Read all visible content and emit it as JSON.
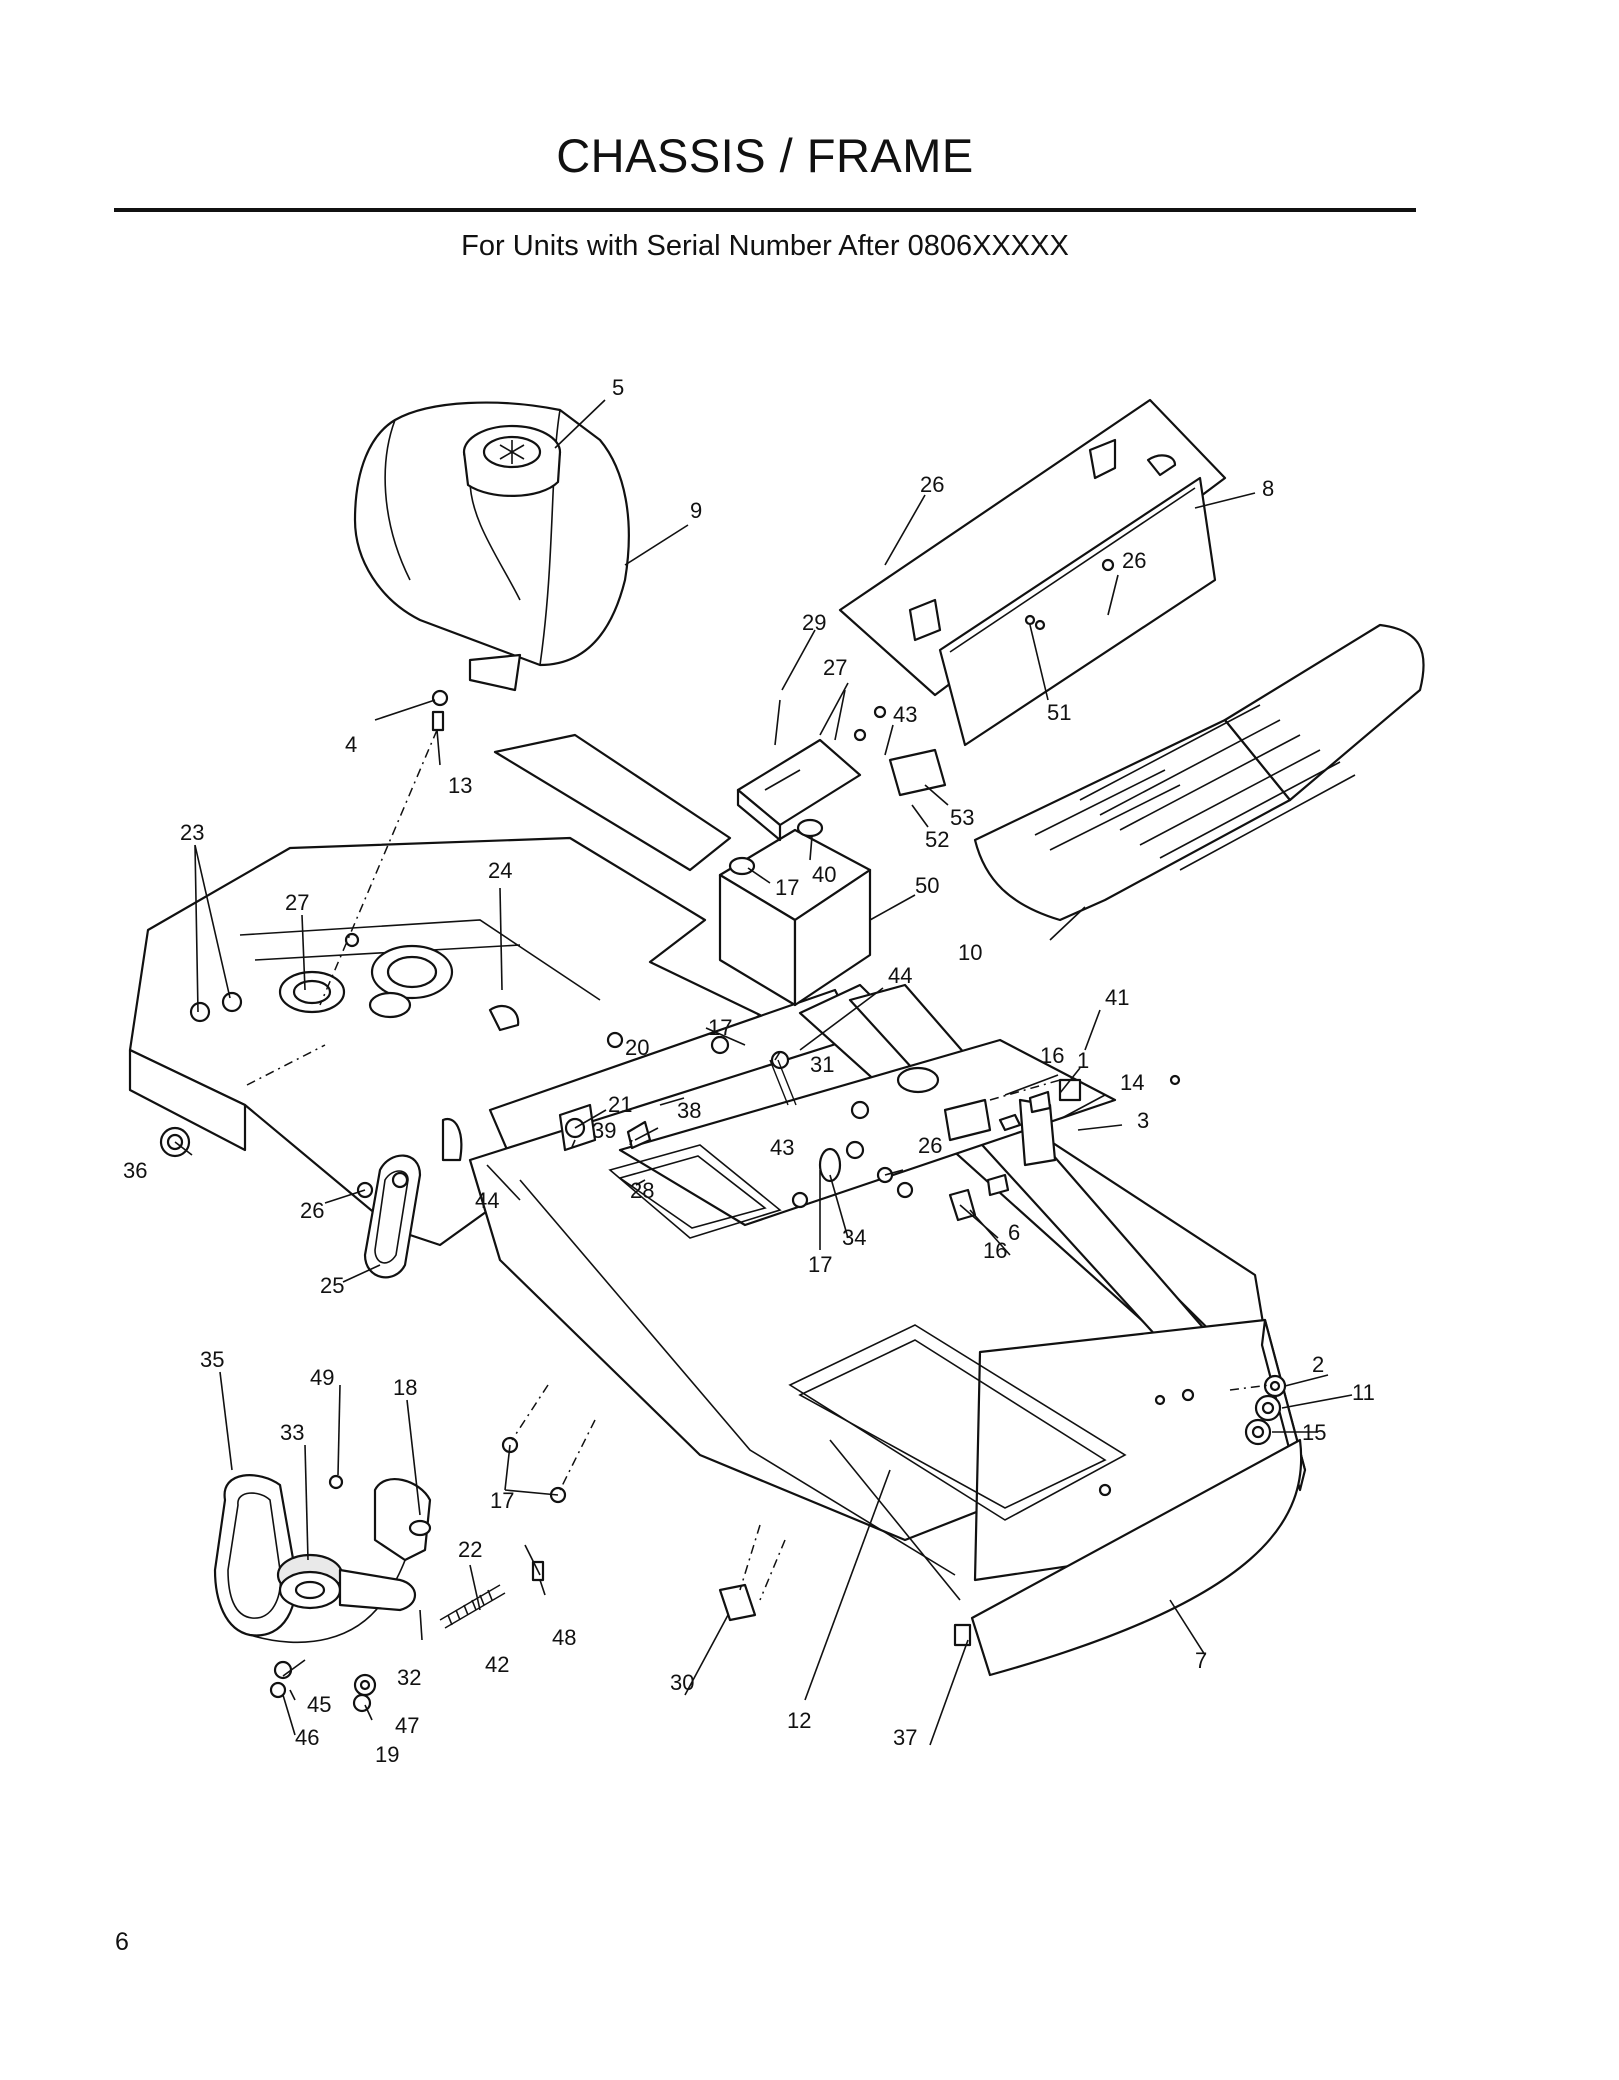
{
  "header": {
    "title": "CHASSIS / FRAME",
    "subtitle": "For Units with Serial Number After 0806XXXXX"
  },
  "footer": {
    "page_number": "6"
  },
  "callouts": [
    "5",
    "9",
    "26",
    "8",
    "26",
    "29",
    "27",
    "43",
    "51",
    "53",
    "52",
    "4",
    "13",
    "23",
    "24",
    "27",
    "17",
    "40",
    "50",
    "10",
    "44",
    "41",
    "17",
    "31",
    "20",
    "16",
    "1",
    "14",
    "21",
    "38",
    "3",
    "39",
    "43",
    "36",
    "26",
    "44",
    "28",
    "26",
    "6",
    "16",
    "17",
    "34",
    "25",
    "35",
    "49",
    "18",
    "33",
    "2",
    "11",
    "15",
    "22",
    "17",
    "48",
    "42",
    "45",
    "32",
    "30",
    "12",
    "7",
    "37",
    "46",
    "47",
    "19"
  ]
}
